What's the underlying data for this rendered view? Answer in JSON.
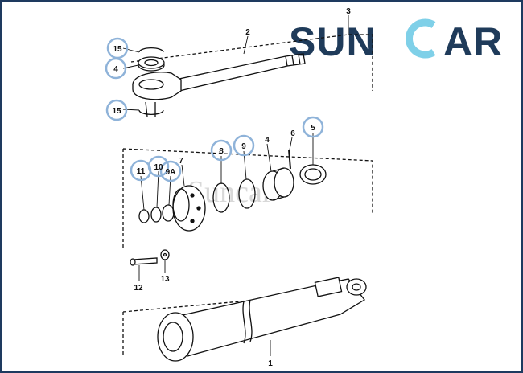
{
  "brand": {
    "name": "SUNCAR",
    "left": "SUN",
    "right": "AR",
    "primary_color": "#1f3b5a",
    "accent_color": "#7fd0e8"
  },
  "watermark": "Suncar",
  "labels": {
    "1": "1",
    "2": "2",
    "3": "3",
    "4": "4",
    "5": "5",
    "6": "6",
    "7": "7",
    "8": "8",
    "9": "9",
    "9A": "9A",
    "10": "10",
    "11": "11",
    "12": "12",
    "13": "13",
    "15": "15"
  },
  "highlight_color": "#8fb3d9"
}
